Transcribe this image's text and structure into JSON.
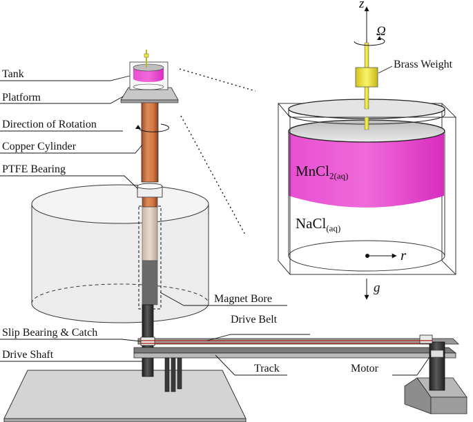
{
  "labels": {
    "tank": "Tank",
    "platform": "Platform",
    "direction_of_rotation": "Direction of Rotation",
    "copper_cylinder": "Copper Cylinder",
    "ptfe_bearing": "PTFE Bearing",
    "magnet_bore": "Magnet Bore",
    "slip_bearing_catch": "Slip Bearing & Catch",
    "drive_shaft": "Drive Shaft",
    "drive_belt": "Drive Belt",
    "track": "Track",
    "motor": "Motor",
    "brass_weight": "Brass Weight"
  },
  "inset": {
    "upper_fluid_main": "MnCl",
    "upper_fluid_sub": "2(aq)",
    "lower_fluid_main": "NaCl",
    "lower_fluid_sub": "(aq)",
    "axis_z": "z",
    "omega": "Ω",
    "axis_r": "r",
    "gravity": "g"
  },
  "colors": {
    "magenta": "#e63fcf",
    "copper": "#d77a4a",
    "brass": "#f3ec2e",
    "drive_belt_red": "#b5372c",
    "base_gray": "#d4d4d4"
  }
}
